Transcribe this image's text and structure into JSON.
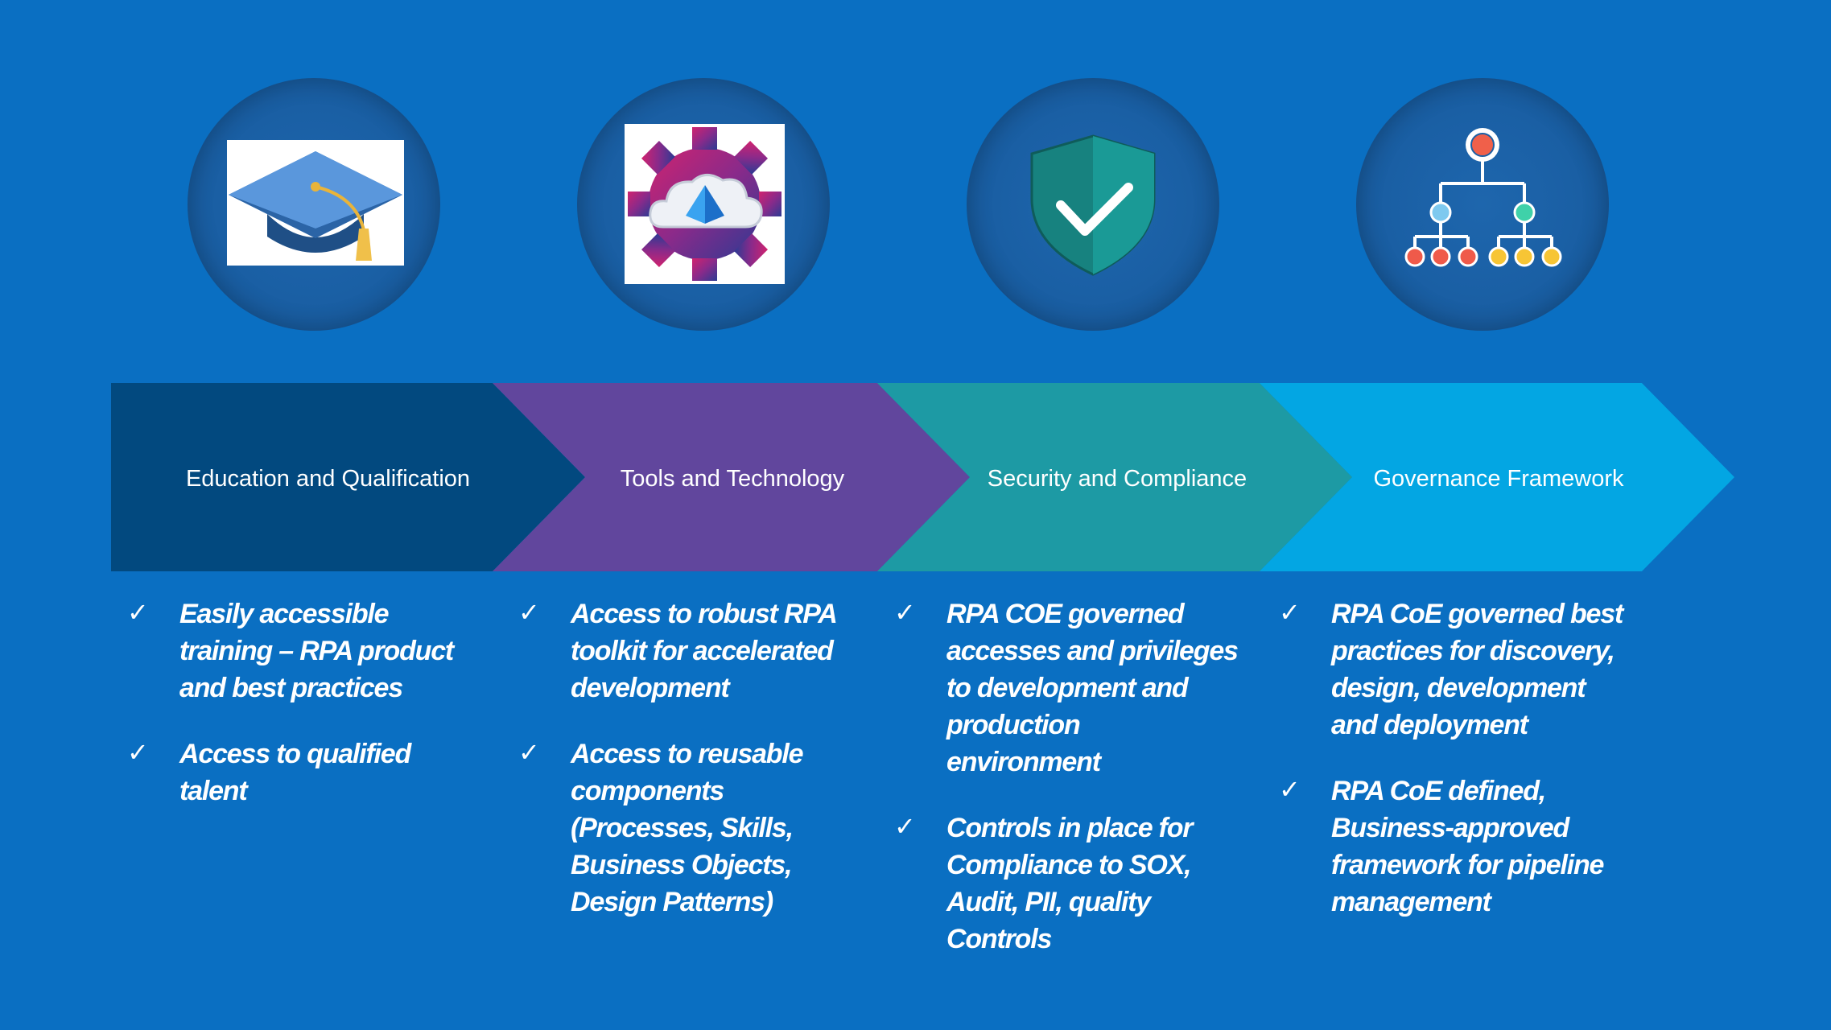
{
  "colors": {
    "background": "#0a6fc2",
    "stage1": "#02497f",
    "stage2": "#61469d",
    "stage3": "#1d9aa4",
    "stage4": "#03a6e3"
  },
  "icons": [
    "graduation-cap-icon",
    "gear-cloud-icon",
    "shield-check-icon",
    "hierarchy-icon"
  ],
  "stages": [
    {
      "label": "Education  and  Qualification",
      "bullets": [
        [
          "Easily accessible",
          "training – RPA product",
          "and best practices"
        ],
        [
          "Access to qualified",
          "talent"
        ]
      ]
    },
    {
      "label": "Tools  and  Technology",
      "bullets": [
        [
          "Access to robust  RPA",
          "toolkit for accelerated",
          "development"
        ],
        [
          "Access to reusable",
          "components",
          "(Processes, Skills,",
          "Business Objects,",
          "Design Patterns)"
        ]
      ]
    },
    {
      "label": "Security  and  Compliance",
      "bullets": [
        [
          "RPA COE governed",
          "accesses and privileges",
          "to development and",
          "production",
          "environment"
        ],
        [
          "Controls in place for",
          "Compliance to SOX,",
          "Audit, PII, quality",
          "Controls"
        ]
      ]
    },
    {
      "label": "Governance  Framework",
      "bullets": [
        [
          "RPA CoE governed best",
          "practices for discovery,",
          "design, development",
          "and deployment"
        ],
        [
          "RPA CoE defined,",
          "Business-approved",
          "framework for pipeline",
          "management"
        ]
      ]
    }
  ]
}
